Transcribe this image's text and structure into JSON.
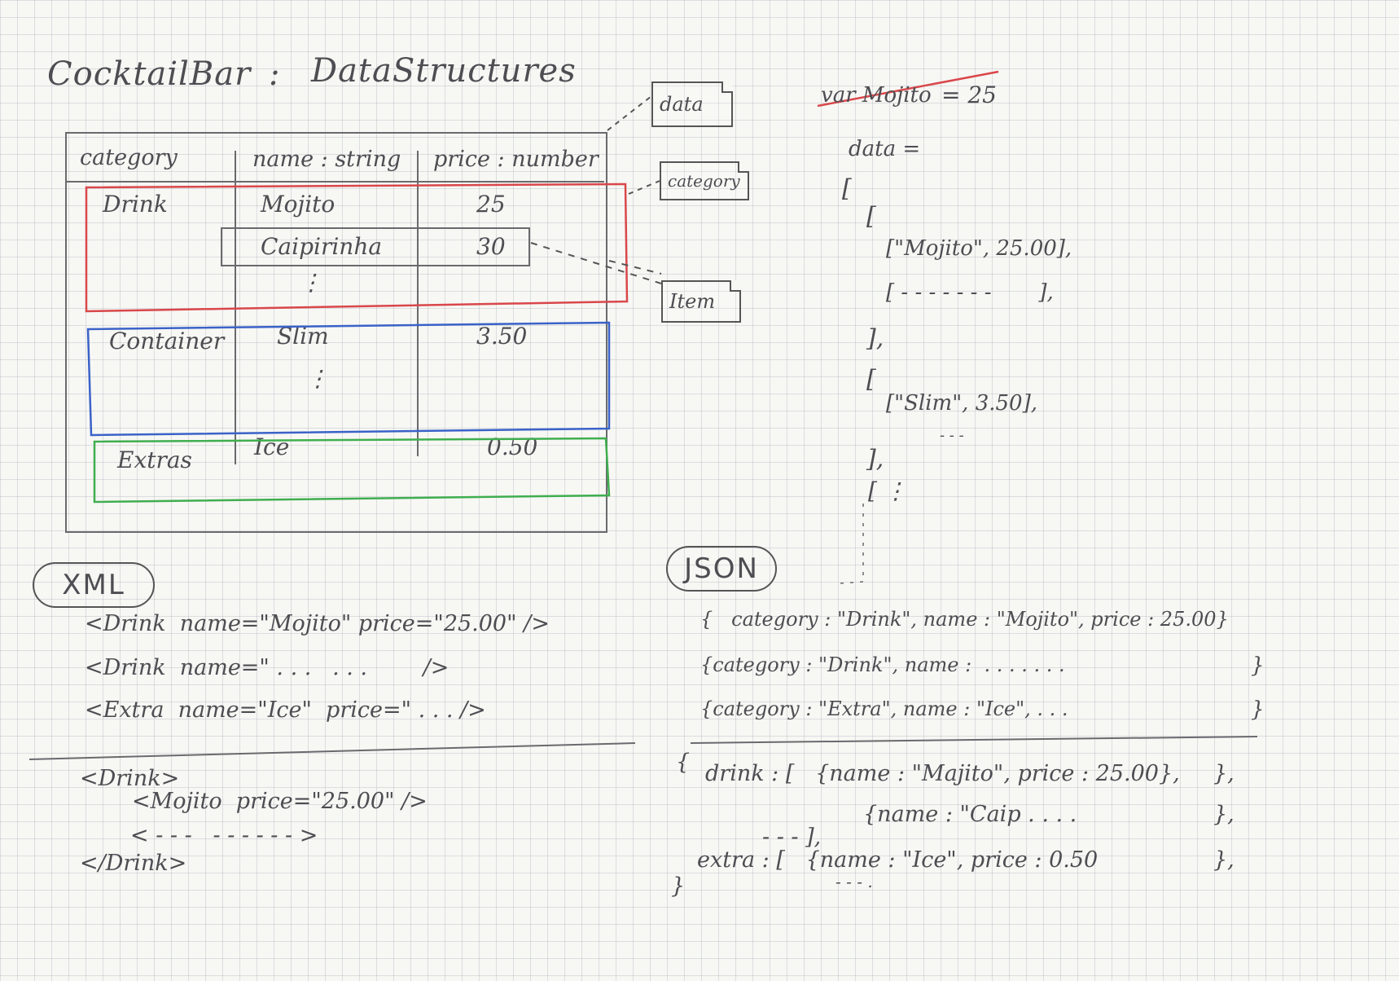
{
  "title": {
    "left": "CocktailBar",
    "sep": ":",
    "right": "DataStructures"
  },
  "table": {
    "headers": [
      "category",
      "name : string",
      "price : number"
    ],
    "rows": [
      {
        "category": "Drink",
        "name": "Mojito",
        "price": "25"
      },
      {
        "category": "",
        "name": "Caipirinha",
        "price": "30"
      },
      {
        "category": "Container",
        "name": "Slim",
        "price": "3.50"
      },
      {
        "category": "Extras",
        "name": "Ice",
        "price": "0.50"
      }
    ],
    "ellipsis": "⋮"
  },
  "labels": {
    "data": "data",
    "category": "category",
    "item": "Item"
  },
  "right_code": {
    "struck": "var Mojito",
    "assign": "= 25",
    "lines": [
      "data =",
      "[",
      "[",
      "[\"Mojito\", 25.00],",
      "[ - - - - - - -       ],",
      "],",
      "[",
      "[\"Slim\", 3.50],",
      "- - -",
      "],",
      "[ ⋮"
    ]
  },
  "xml": {
    "label": "XML",
    "lines": [
      "<Drink  name=\"Mojito\" price=\"25.00\" />",
      "<Drink  name=\" . . .   . . .        />",
      "<Extra  name=\"Ice\"  price=\" . . . />"
    ],
    "nested": [
      "<Drink>",
      "<Mojito  price=\"25.00\" />",
      "< - - -   - - - - - - >",
      "</Drink>"
    ]
  },
  "json": {
    "label": "JSON",
    "lines": [
      "{   category : \"Drink\", name : \"Mojito\", price : 25.00}",
      "{category : \"Drink\", name :  . . . . . . .",
      "{category : \"Extra\", name : \"Ice\", . . ."
    ],
    "closers": [
      "}",
      "}"
    ],
    "nested": [
      "{",
      "drink : [   {name : \"Majito\", price : 25.00},",
      "{name : \"Caip . . . .",
      "- - - ],",
      "extra : [   {name : \"Ice\", price : 0.50",
      "- - - .",
      "}"
    ],
    "nested_closers": [
      "},",
      "},",
      "},"
    ]
  },
  "colors": {
    "drink_group": "#d9474a",
    "container_group": "#3a62c8",
    "extras_group": "#3fae4f",
    "pencil": "#5a5a5e"
  }
}
